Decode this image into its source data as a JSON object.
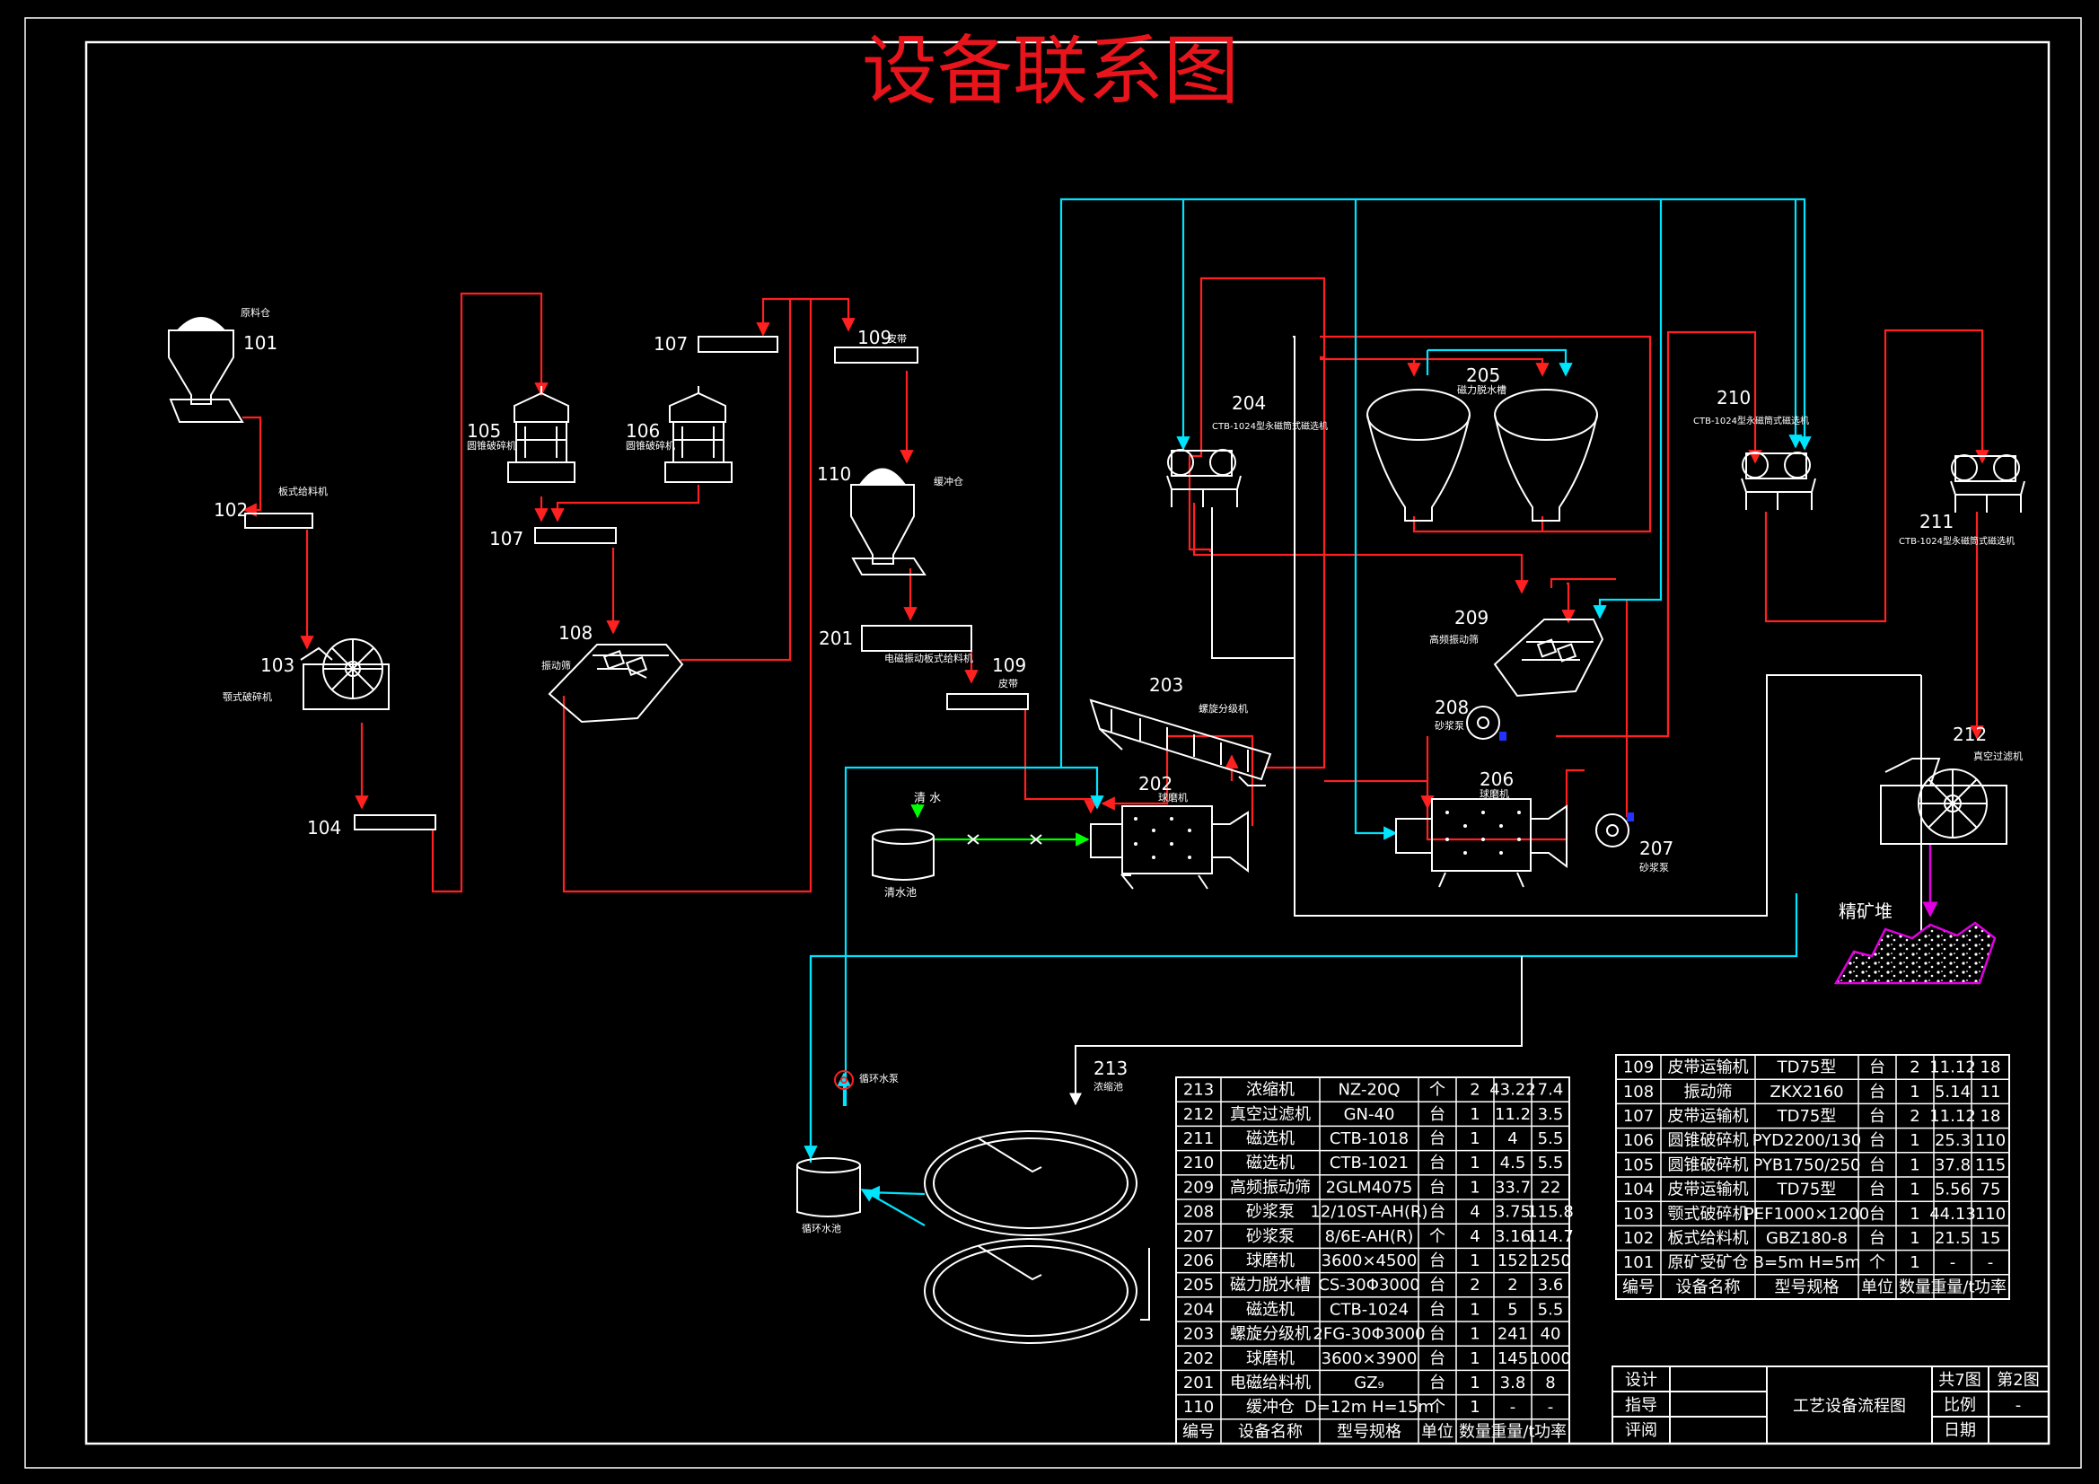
{
  "title": "设备联系图",
  "colors": {
    "background": "#000000",
    "line": "#ffffff",
    "flow_red": "#ff2020",
    "flow_cyan": "#00e5ff",
    "water_green": "#00ff00",
    "title": "#e8141c",
    "product": "#e000e0"
  },
  "equipment_labels": {
    "101": {
      "num": "101",
      "name": "原料仓"
    },
    "102": {
      "num": "102",
      "name": "板式给料机"
    },
    "103": {
      "num": "103",
      "name": "颚式破碎机"
    },
    "104": {
      "num": "104"
    },
    "105": {
      "num": "105",
      "name": "圆锥破碎机"
    },
    "106": {
      "num": "106",
      "name": "圆锥破碎机"
    },
    "107a": {
      "num": "107"
    },
    "107b": {
      "num": "107"
    },
    "108": {
      "num": "108",
      "name": "振动筛"
    },
    "109a": {
      "num": "109",
      "name": "皮带"
    },
    "109b": {
      "num": "109",
      "name": "皮带"
    },
    "110": {
      "num": "110",
      "name": "缓冲仓"
    },
    "201": {
      "num": "201",
      "name": "电磁振动板式给料机"
    },
    "202": {
      "num": "202",
      "name": "球磨机"
    },
    "203": {
      "num": "203",
      "name": "螺旋分级机"
    },
    "204": {
      "num": "204",
      "name": "CTB-1024型永磁筒式磁选机"
    },
    "205": {
      "num": "205",
      "name": "磁力脱水槽"
    },
    "206": {
      "num": "206",
      "name": "球磨机"
    },
    "207": {
      "num": "207",
      "name": "砂浆泵"
    },
    "208": {
      "num": "208",
      "name": "砂浆泵"
    },
    "209": {
      "num": "209",
      "name": "高频振动筛"
    },
    "210": {
      "num": "210",
      "name": "CTB-1024型永磁筒式磁选机"
    },
    "211": {
      "num": "211",
      "name": "CTB-1024型永磁筒式磁选机"
    },
    "212": {
      "num": "212",
      "name": "真空过滤机"
    },
    "213": {
      "num": "213",
      "name": "浓缩池"
    }
  },
  "misc_labels": {
    "clear_water": "清 水",
    "clear_pool": "清水池",
    "circ_pump": "循环水泵",
    "circ_tank": "循环水池",
    "concentrate": "精矿堆"
  },
  "table_left": {
    "header": [
      "编号",
      "设备名称",
      "型号规格",
      "单位",
      "数量",
      "重量/t",
      "功率"
    ],
    "rows": [
      [
        "213",
        "浓缩机",
        "NZ-20Q",
        "个",
        "2",
        "43.22",
        "7.4"
      ],
      [
        "212",
        "真空过滤机",
        "GN-40",
        "台",
        "1",
        "11.2",
        "3.5"
      ],
      [
        "211",
        "磁选机",
        "CTB-1018",
        "台",
        "1",
        "4",
        "5.5"
      ],
      [
        "210",
        "磁选机",
        "CTB-1021",
        "台",
        "1",
        "4.5",
        "5.5"
      ],
      [
        "209",
        "高频振动筛",
        "2GLM4075",
        "台",
        "1",
        "33.7",
        "22"
      ],
      [
        "208",
        "砂浆泵",
        "12/10ST-AH(R)",
        "台",
        "4",
        "3.75",
        "115.8"
      ],
      [
        "207",
        "砂浆泵",
        "8/6E-AH(R)",
        "个",
        "4",
        "3.16",
        "114.7"
      ],
      [
        "206",
        "球磨机",
        "3600×4500",
        "台",
        "1",
        "152",
        "1250"
      ],
      [
        "205",
        "磁力脱水槽",
        "CS-30Φ3000",
        "台",
        "2",
        "2",
        "3.6"
      ],
      [
        "204",
        "磁选机",
        "CTB-1024",
        "台",
        "1",
        "5",
        "5.5"
      ],
      [
        "203",
        "螺旋分级机",
        "2FG-30Φ3000",
        "台",
        "1",
        "241",
        "40"
      ],
      [
        "202",
        "球磨机",
        "3600×3900",
        "台",
        "1",
        "145",
        "1000"
      ],
      [
        "201",
        "电磁给料机",
        "GZ₉",
        "台",
        "1",
        "3.8",
        "8"
      ],
      [
        "110",
        "缓冲仓",
        "D=12m H=15m",
        "个",
        "1",
        "-",
        "-"
      ]
    ]
  },
  "table_right": {
    "header": [
      "编号",
      "设备名称",
      "型号规格",
      "单位",
      "数量",
      "重量/t",
      "功率"
    ],
    "rows": [
      [
        "109",
        "皮带运输机",
        "TD75型",
        "台",
        "2",
        "11.12",
        "18"
      ],
      [
        "108",
        "振动筛",
        "ZKX2160",
        "台",
        "1",
        "5.14",
        "11"
      ],
      [
        "107",
        "皮带运输机",
        "TD75型",
        "台",
        "2",
        "11.12",
        "18"
      ],
      [
        "106",
        "圆锥破碎机",
        "PYD2200/130",
        "台",
        "1",
        "25.3",
        "110"
      ],
      [
        "105",
        "圆锥破碎机",
        "PYB1750/250",
        "台",
        "1",
        "37.8",
        "115"
      ],
      [
        "104",
        "皮带运输机",
        "TD75型",
        "台",
        "1",
        "5.56",
        "75"
      ],
      [
        "103",
        "颚式破碎机",
        "PEF1000×1200",
        "台",
        "1",
        "44.13",
        "110"
      ],
      [
        "102",
        "板式给料机",
        "GBZ180-8",
        "台",
        "1",
        "21.5",
        "15"
      ],
      [
        "101",
        "原矿受矿仓",
        "B=5m H=5m",
        "个",
        "1",
        "-",
        "-"
      ]
    ]
  },
  "title_block": {
    "design": "设计",
    "guide": "指导",
    "review": "评阅",
    "drawing_name": "工艺设备流程图",
    "sheets": "共7图",
    "sheet_no": "第2图",
    "scale_label": "比例",
    "scale_value": "-",
    "date_label": "日期"
  }
}
